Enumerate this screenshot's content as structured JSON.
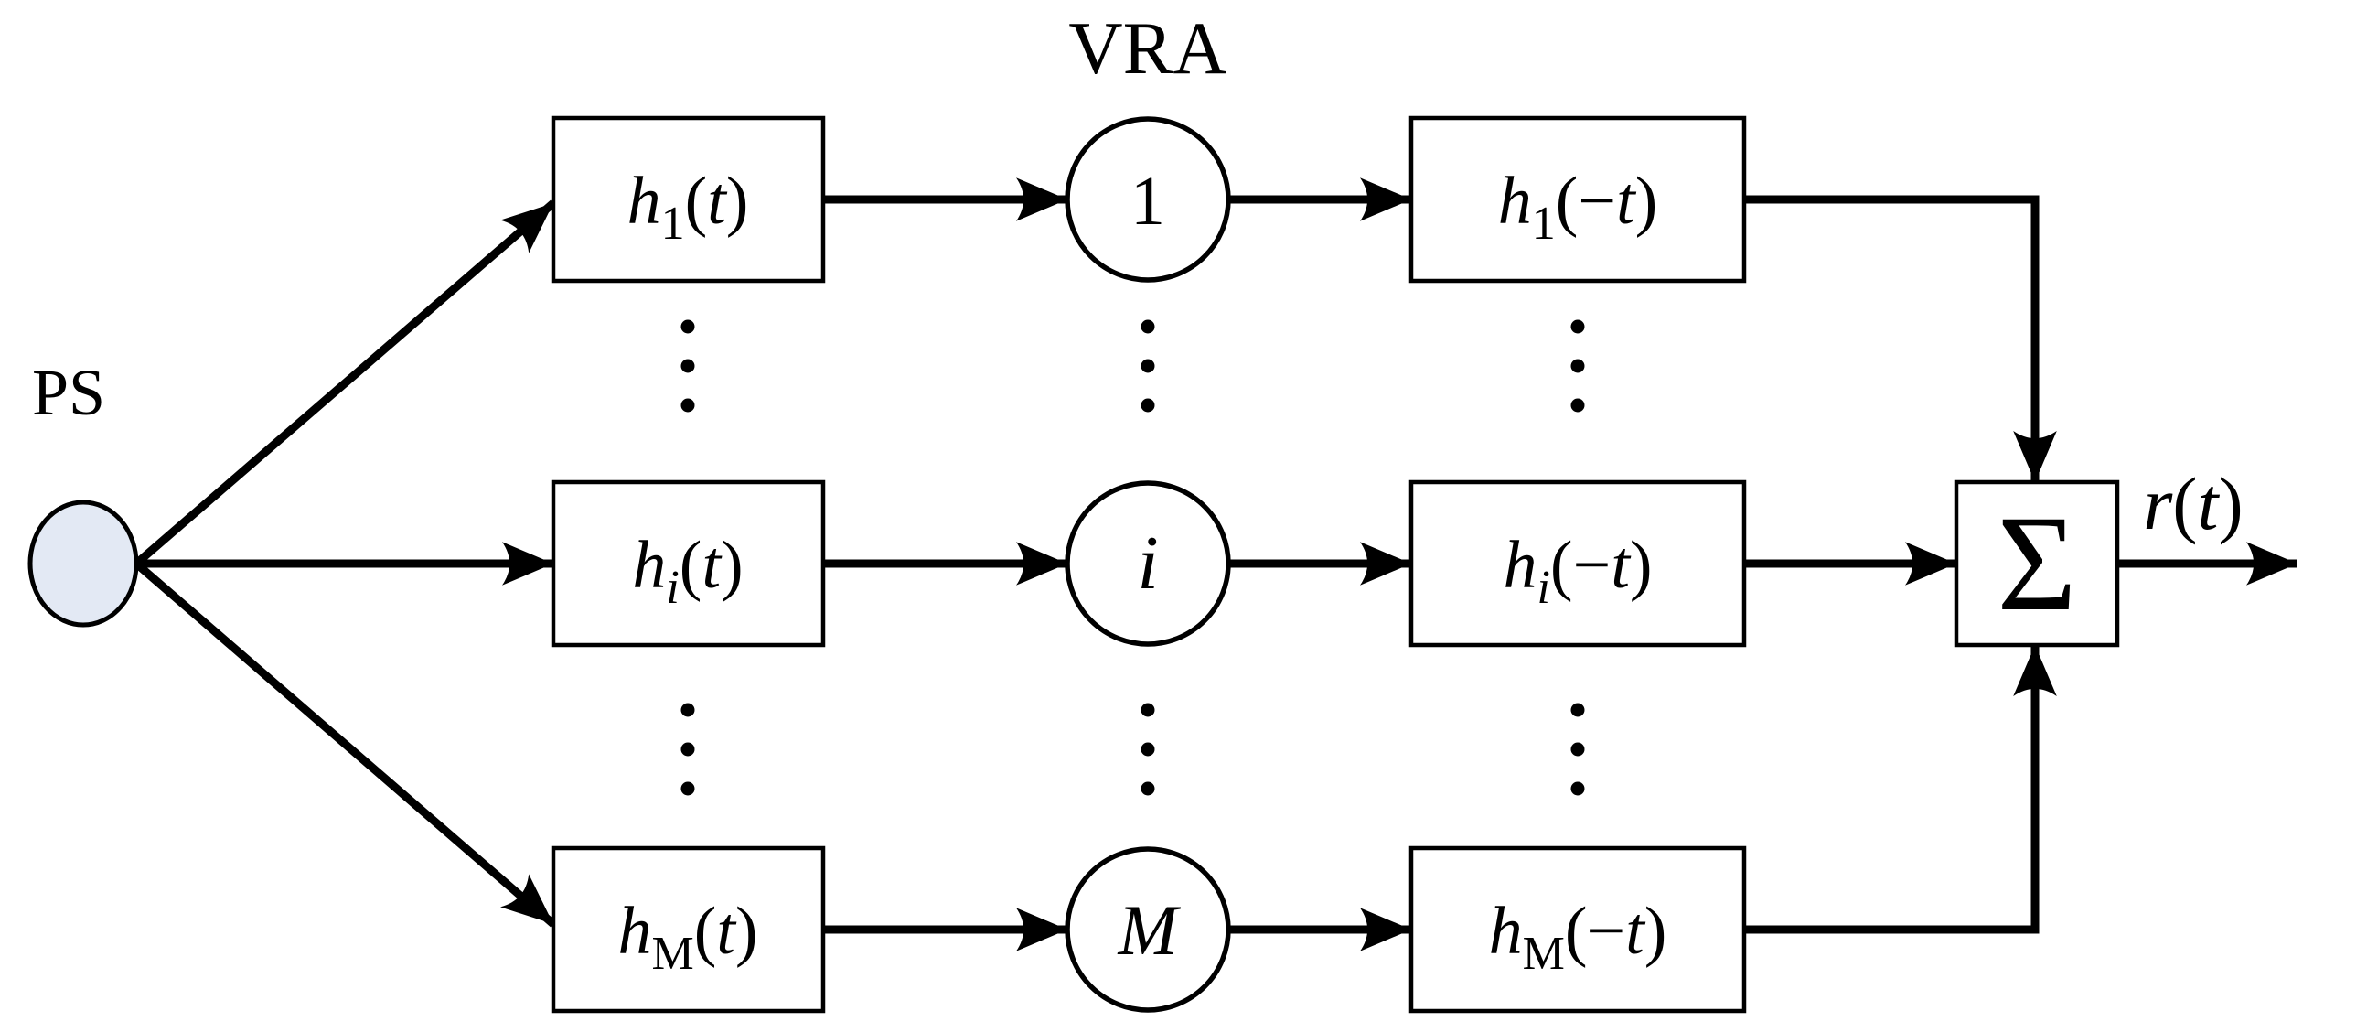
{
  "canvas": {
    "background": "#ffffff",
    "ink": "#000000",
    "source_fill": "#e3e9f4"
  },
  "labels": {
    "source": "PS",
    "array_title": "VRA",
    "sum_symbol": "Σ",
    "output": {
      "func": "r",
      "open": "(",
      "var": "t",
      "close": ")"
    }
  },
  "rows": [
    {
      "forward": {
        "func": "h",
        "sub": "1",
        "open": "(",
        "var": "t",
        "close": ")"
      },
      "element": "1",
      "reverse": {
        "func": "h",
        "sub": "1",
        "open": "(",
        "minus": "−",
        "var": "t",
        "close": ")"
      }
    },
    {
      "forward": {
        "func": "h",
        "sub": "i",
        "open": "(",
        "var": "t",
        "close": ")"
      },
      "element": "i",
      "reverse": {
        "func": "h",
        "sub": "i",
        "open": "(",
        "minus": "−",
        "var": "t",
        "close": ")"
      }
    },
    {
      "forward": {
        "func": "h",
        "sub": "M",
        "open": "(",
        "var": "t",
        "close": ")"
      },
      "element": "M",
      "reverse": {
        "func": "h",
        "sub": "M",
        "open": "(",
        "minus": "−",
        "var": "t",
        "close": ")"
      }
    }
  ]
}
